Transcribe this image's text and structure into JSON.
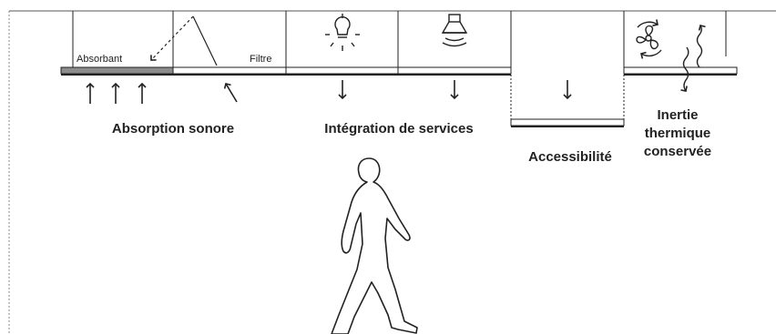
{
  "panels": {
    "absorbant_label": "Absorbant",
    "filtre_label": "Filtre"
  },
  "captions": {
    "absorption": "Absorption sonore",
    "services": "Intégration de services",
    "accessibility": "Accessibilité",
    "inertia_line1": "Inertie",
    "inertia_line2": "thermique",
    "inertia_line3": "conservée"
  },
  "icons": {
    "light": "light-bulb-icon",
    "speaker": "speaker-icon",
    "fan": "fan-icon",
    "heat": "heat-wave-icon",
    "person": "walking-person-icon"
  },
  "colors": {
    "ink": "#222222",
    "absorbant_fill": "#8c8c8c",
    "background": "#ffffff"
  }
}
